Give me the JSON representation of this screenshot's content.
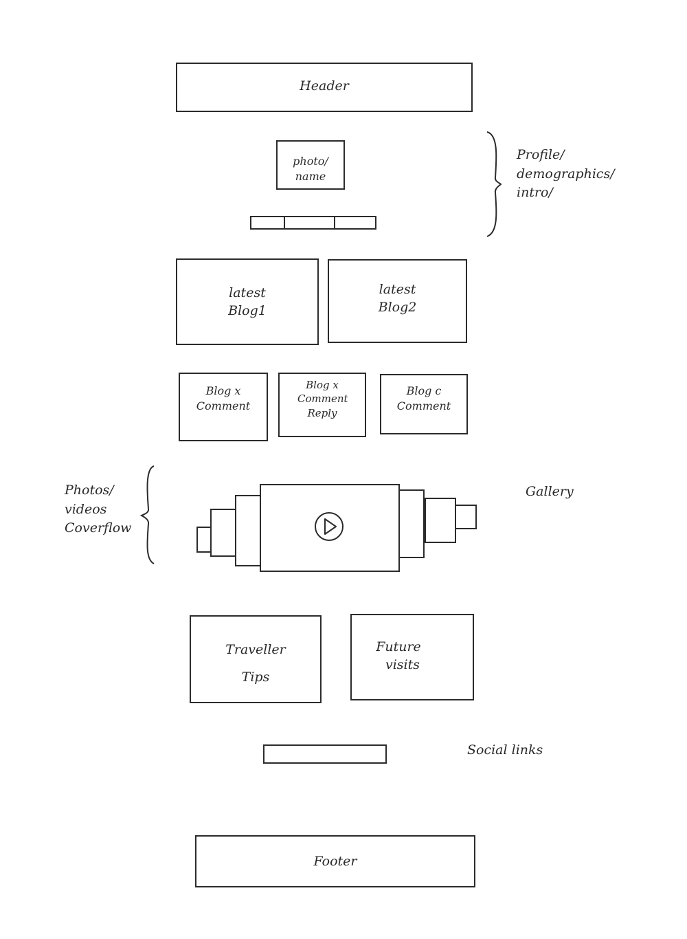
{
  "header": {
    "label": "Header"
  },
  "profile": {
    "photo_label": "photo/ name",
    "annotation": [
      "Profile/",
      "demographics/",
      "intro/"
    ],
    "tabs": [
      "",
      "",
      ""
    ]
  },
  "blogs": {
    "latest": [
      "latest Blog1",
      "latest Blog2"
    ],
    "comments": [
      "Blog x Comment",
      "Blog x Comment Reply",
      "Blog c Comment"
    ]
  },
  "gallery": {
    "left_annotation": [
      "Photos/",
      "videos",
      "Coverflow"
    ],
    "right_annotation": "Gallery",
    "play_icon": "play-icon"
  },
  "travel": {
    "tips": [
      "Traveller",
      "Tips"
    ],
    "future": [
      "Future",
      "visits"
    ]
  },
  "social": {
    "annotation": "Social links"
  },
  "footer": {
    "label": "Footer"
  }
}
